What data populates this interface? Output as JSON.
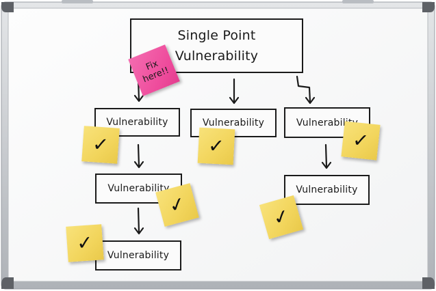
{
  "diagram": {
    "root": {
      "line1": "Single Point",
      "line2": "Vulnerability"
    },
    "nodes": {
      "left_1": "Vulnerability",
      "left_2": "Vulnerability",
      "left_3": "Vulnerability",
      "middle_1": "Vulnerability",
      "right_1": "Vulnerability",
      "right_2": "Vulnerability"
    },
    "sticky_notes": {
      "fix": {
        "line1": "Fix",
        "line2": "here!!",
        "color": "#ee4a9b"
      },
      "check_mark": "✓",
      "check_color": "#f2d55c"
    }
  }
}
